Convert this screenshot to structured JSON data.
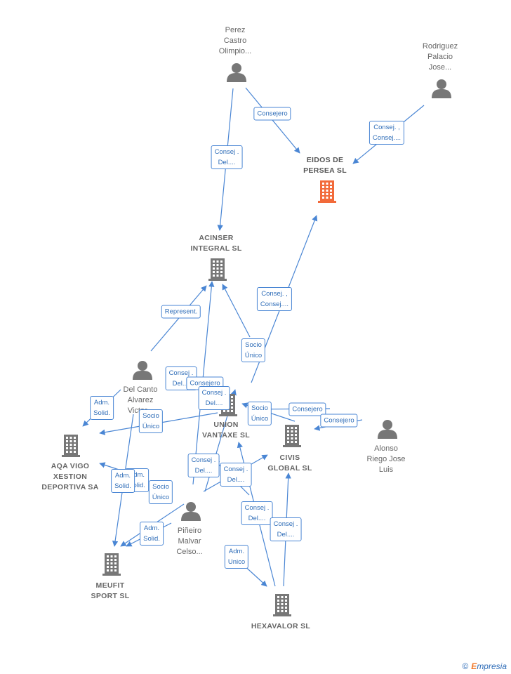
{
  "nodes": [
    {
      "id": "perez",
      "type": "person",
      "label": "Perez\nCastro\nOlimpio..."
    },
    {
      "id": "rodriguez",
      "type": "person",
      "label": "Rodriguez\nPalacio\nJose..."
    },
    {
      "id": "eidos",
      "type": "company",
      "focus": true,
      "label": "EIDOS DE\nPERSEA  SL"
    },
    {
      "id": "acinser",
      "type": "company",
      "label": "ACINSER\nINTEGRAL  SL"
    },
    {
      "id": "delcanto",
      "type": "person",
      "label": "Del Canto\nAlvarez\nVictor..."
    },
    {
      "id": "union",
      "type": "company",
      "label": "UNION\nVANTAXE  SL"
    },
    {
      "id": "civis",
      "type": "company",
      "label": "CIVIS\nGLOBAL  SL"
    },
    {
      "id": "alonso",
      "type": "person",
      "label": "Alonso\nRiego Jose\nLuis"
    },
    {
      "id": "aqa",
      "type": "company",
      "label": "AQA VIGO\nXESTION\nDEPORTIVA SA"
    },
    {
      "id": "pineiro",
      "type": "person",
      "label": "Piñeiro\nMalvar\nCelso..."
    },
    {
      "id": "meufit",
      "type": "company",
      "label": "MEUFIT\nSPORT  SL"
    },
    {
      "id": "hexavalor",
      "type": "company",
      "label": "HEXAVALOR SL"
    }
  ],
  "edge_labels": [
    "Consejero",
    "Consej. ,\nConsej....",
    "Consej .\nDel....",
    "Consej. ,\nConsej....",
    "Represent.",
    "Socio\nÚnico",
    "Consej .\nDel....",
    "Consejero",
    "Consej .\nDel....",
    "Adm.\nSolid.",
    "Socio\nÚnico",
    "Socio\nÚnico",
    "Consejero",
    "Consejero",
    "Consej .\nDel....",
    "Consej .\nDel....",
    "Adm.\nSolid.",
    "Adm.\nSolid.",
    "Socio\nÚnico",
    "Adm.\nSolid.",
    "Consej .\nDel....",
    "Consej .\nDel....",
    "Adm.\nUnico"
  ],
  "colors": {
    "edge": "#4a86d4",
    "company": "#777777",
    "focus": "#f26a3a",
    "person": "#777777"
  },
  "footer": {
    "copyright": "©",
    "brand_e": "E",
    "brand_rest": "mpresia"
  }
}
